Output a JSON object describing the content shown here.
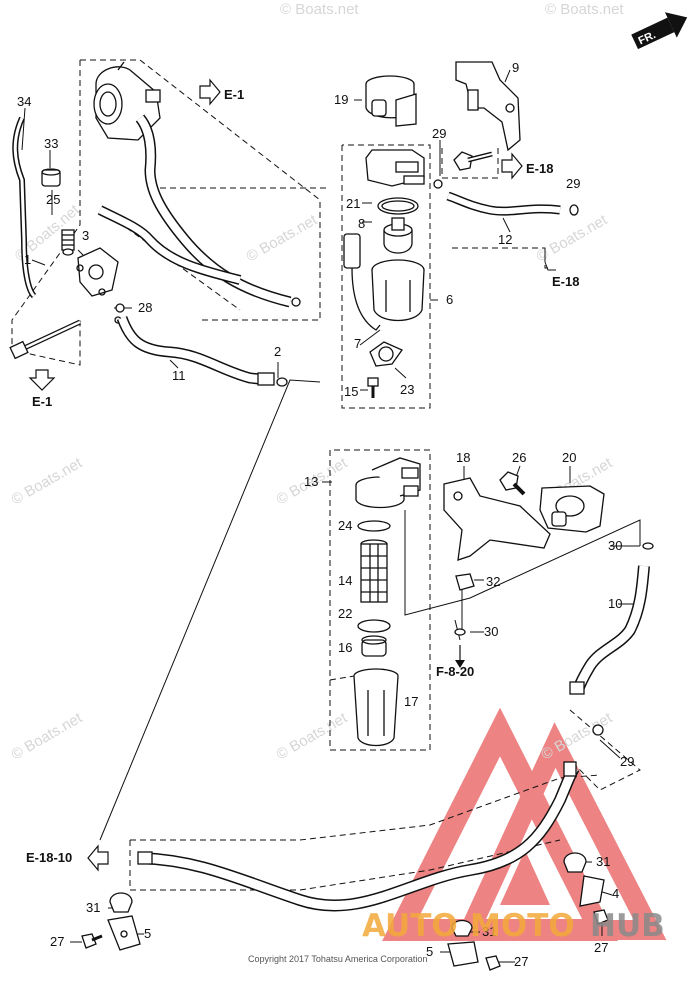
{
  "orientation": {
    "label": "FR."
  },
  "references": {
    "e1_top": "E-1",
    "e1_bottom": "E-1",
    "e18_upper": "E-18",
    "e18_lower": "E-18",
    "f820": "F-8-20",
    "e1810": "E-18-10"
  },
  "part_numbers": {
    "p34": "34",
    "p33": "33",
    "p25": "25",
    "p3": "3",
    "p1": "1",
    "p28": "28",
    "p11": "11",
    "p2": "2",
    "p19": "19",
    "p9": "9",
    "p29a": "29",
    "p29b": "29",
    "p21": "21",
    "p8": "8",
    "p12": "12",
    "p6": "6",
    "p7": "7",
    "p23": "23",
    "p15": "15",
    "p13": "13",
    "p18": "18",
    "p26": "26",
    "p20": "20",
    "p30a": "30",
    "p24": "24",
    "p32": "32",
    "p10": "10",
    "p14": "14",
    "p22": "22",
    "p30b": "30",
    "p16": "16",
    "p17": "17",
    "p29c": "29",
    "p31a": "31",
    "p4": "4",
    "p31b": "31",
    "p5a": "5",
    "p27a": "27",
    "p31c": "31",
    "p27b": "27",
    "p5b": "5",
    "p27c": "27"
  },
  "watermarks": {
    "w1": "© Boats.net",
    "w2": "© Boats.net",
    "w3": "© Boats.net",
    "w4": "© Boats.net",
    "w5": "© Boats.net",
    "w6": "© Boats.net",
    "w7": "© Boats.net",
    "w8": "© Boats.net",
    "w9": "© Boats.net",
    "w10": "© Boats.net",
    "w11": "© Boats.net"
  },
  "copyright": "Copyright 2017 Tohatsu America Corporation",
  "brand": {
    "auto": "AUTO",
    "moto": "MOTO",
    "hub": "HUB"
  },
  "colors": {
    "line": "#111111",
    "brand_red": "#e85a5a",
    "brand_orange": "#f3a93a",
    "brand_gray": "#8a8a8a",
    "watermark": "#d6d6d6"
  }
}
